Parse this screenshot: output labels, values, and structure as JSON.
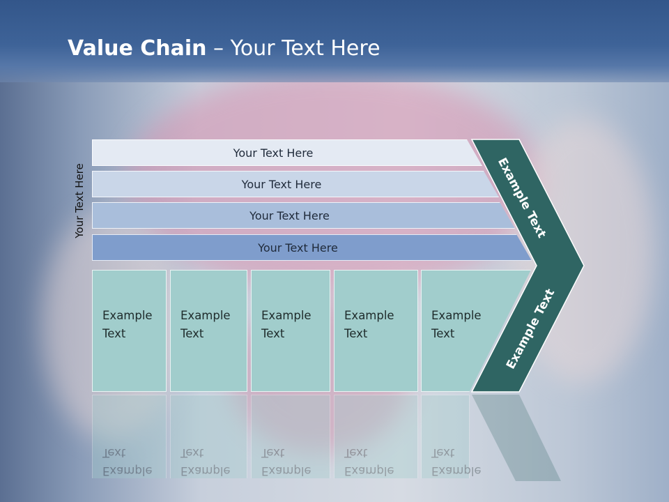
{
  "slide": {
    "title_bold": "Value Chain",
    "title_rest": " – Your Text Here",
    "side_label": "Your Text Here"
  },
  "bars": [
    {
      "label": "Your Text Here",
      "color": "#e4eaf3"
    },
    {
      "label": "Your Text Here",
      "color": "#c9d6e8"
    },
    {
      "label": "Your Text Here",
      "color": "#a9bedb"
    },
    {
      "label": "Your Text Here",
      "color": "#7f9dcc"
    }
  ],
  "cells": [
    {
      "line1": "Example",
      "line2": "Text"
    },
    {
      "line1": "Example",
      "line2": "Text"
    },
    {
      "line1": "Example",
      "line2": "Text"
    },
    {
      "line1": "Example",
      "line2": "Text"
    },
    {
      "line1": "Example",
      "line2": "Text"
    }
  ],
  "chevron": {
    "upper_text": "Example Text",
    "lower_text": "Example Text",
    "color": "#2f6563"
  }
}
